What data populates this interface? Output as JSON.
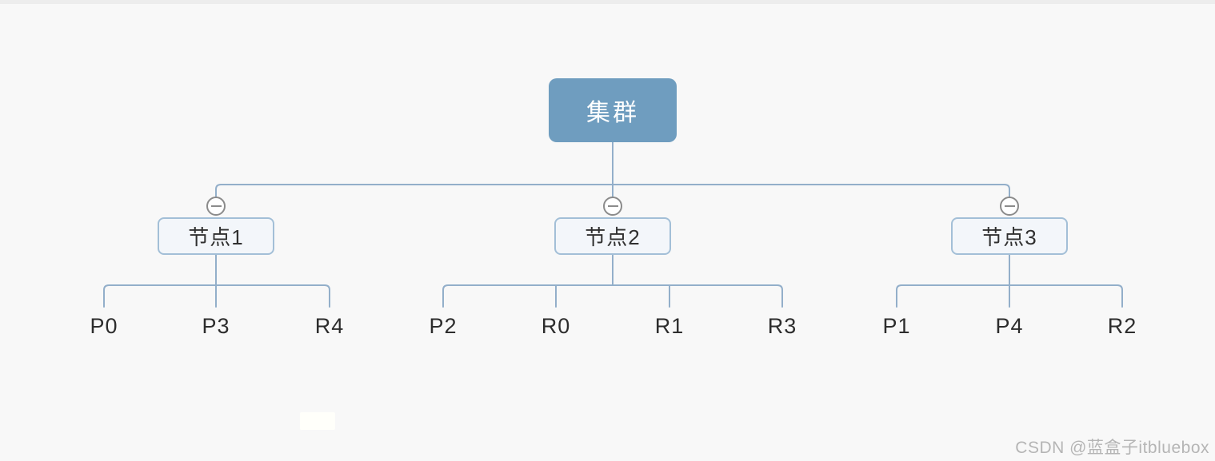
{
  "colors": {
    "page_bg": "#f8f8f8",
    "top_strip": "#ededed",
    "line": "#93afca",
    "root_fill": "#6f9dbf",
    "root_text": "#ffffff",
    "node_fill": "#f3f6fa",
    "node_border": "#a3bfd7",
    "node_text": "#303030",
    "toggle_border": "#8b8b8b",
    "leaf_text": "#2d2d2d",
    "watermark_text": "#b5b5b5"
  },
  "icons": {
    "collapse_toggle": "minus-circle"
  },
  "tree": {
    "root": {
      "label": "集群"
    },
    "nodes": [
      {
        "label": "节点1",
        "toggle_state": "expanded",
        "children": [
          "P0",
          "P3",
          "R4"
        ]
      },
      {
        "label": "节点2",
        "toggle_state": "expanded",
        "children": [
          "P2",
          "R0",
          "R1",
          "R3"
        ]
      },
      {
        "label": "节点3",
        "toggle_state": "expanded",
        "children": [
          "P1",
          "P4",
          "R2"
        ]
      }
    ]
  },
  "watermark": {
    "text": "CSDN @蓝盒子itbluebox"
  }
}
